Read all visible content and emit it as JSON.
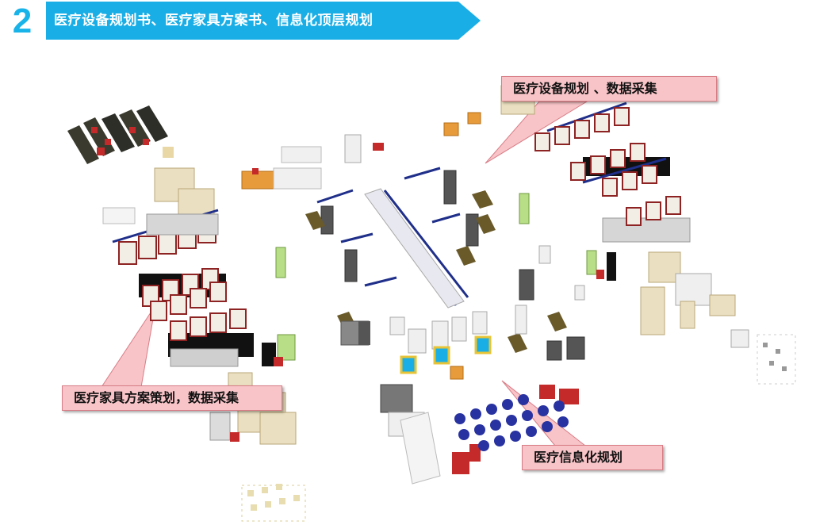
{
  "header": {
    "section_number": "2",
    "title": "医疗设备规划书、医疗家具方案书、信息化顶层规划",
    "accent_color": "#1aaee6"
  },
  "callouts": {
    "equipment": "医疗设备规划 、数据采集",
    "furniture": "医疗家具方案策划，数据采集",
    "info": "医疗信息化规划"
  },
  "colors": {
    "callout_fill": "#f8c4c8",
    "callout_border": "#d87d86"
  }
}
